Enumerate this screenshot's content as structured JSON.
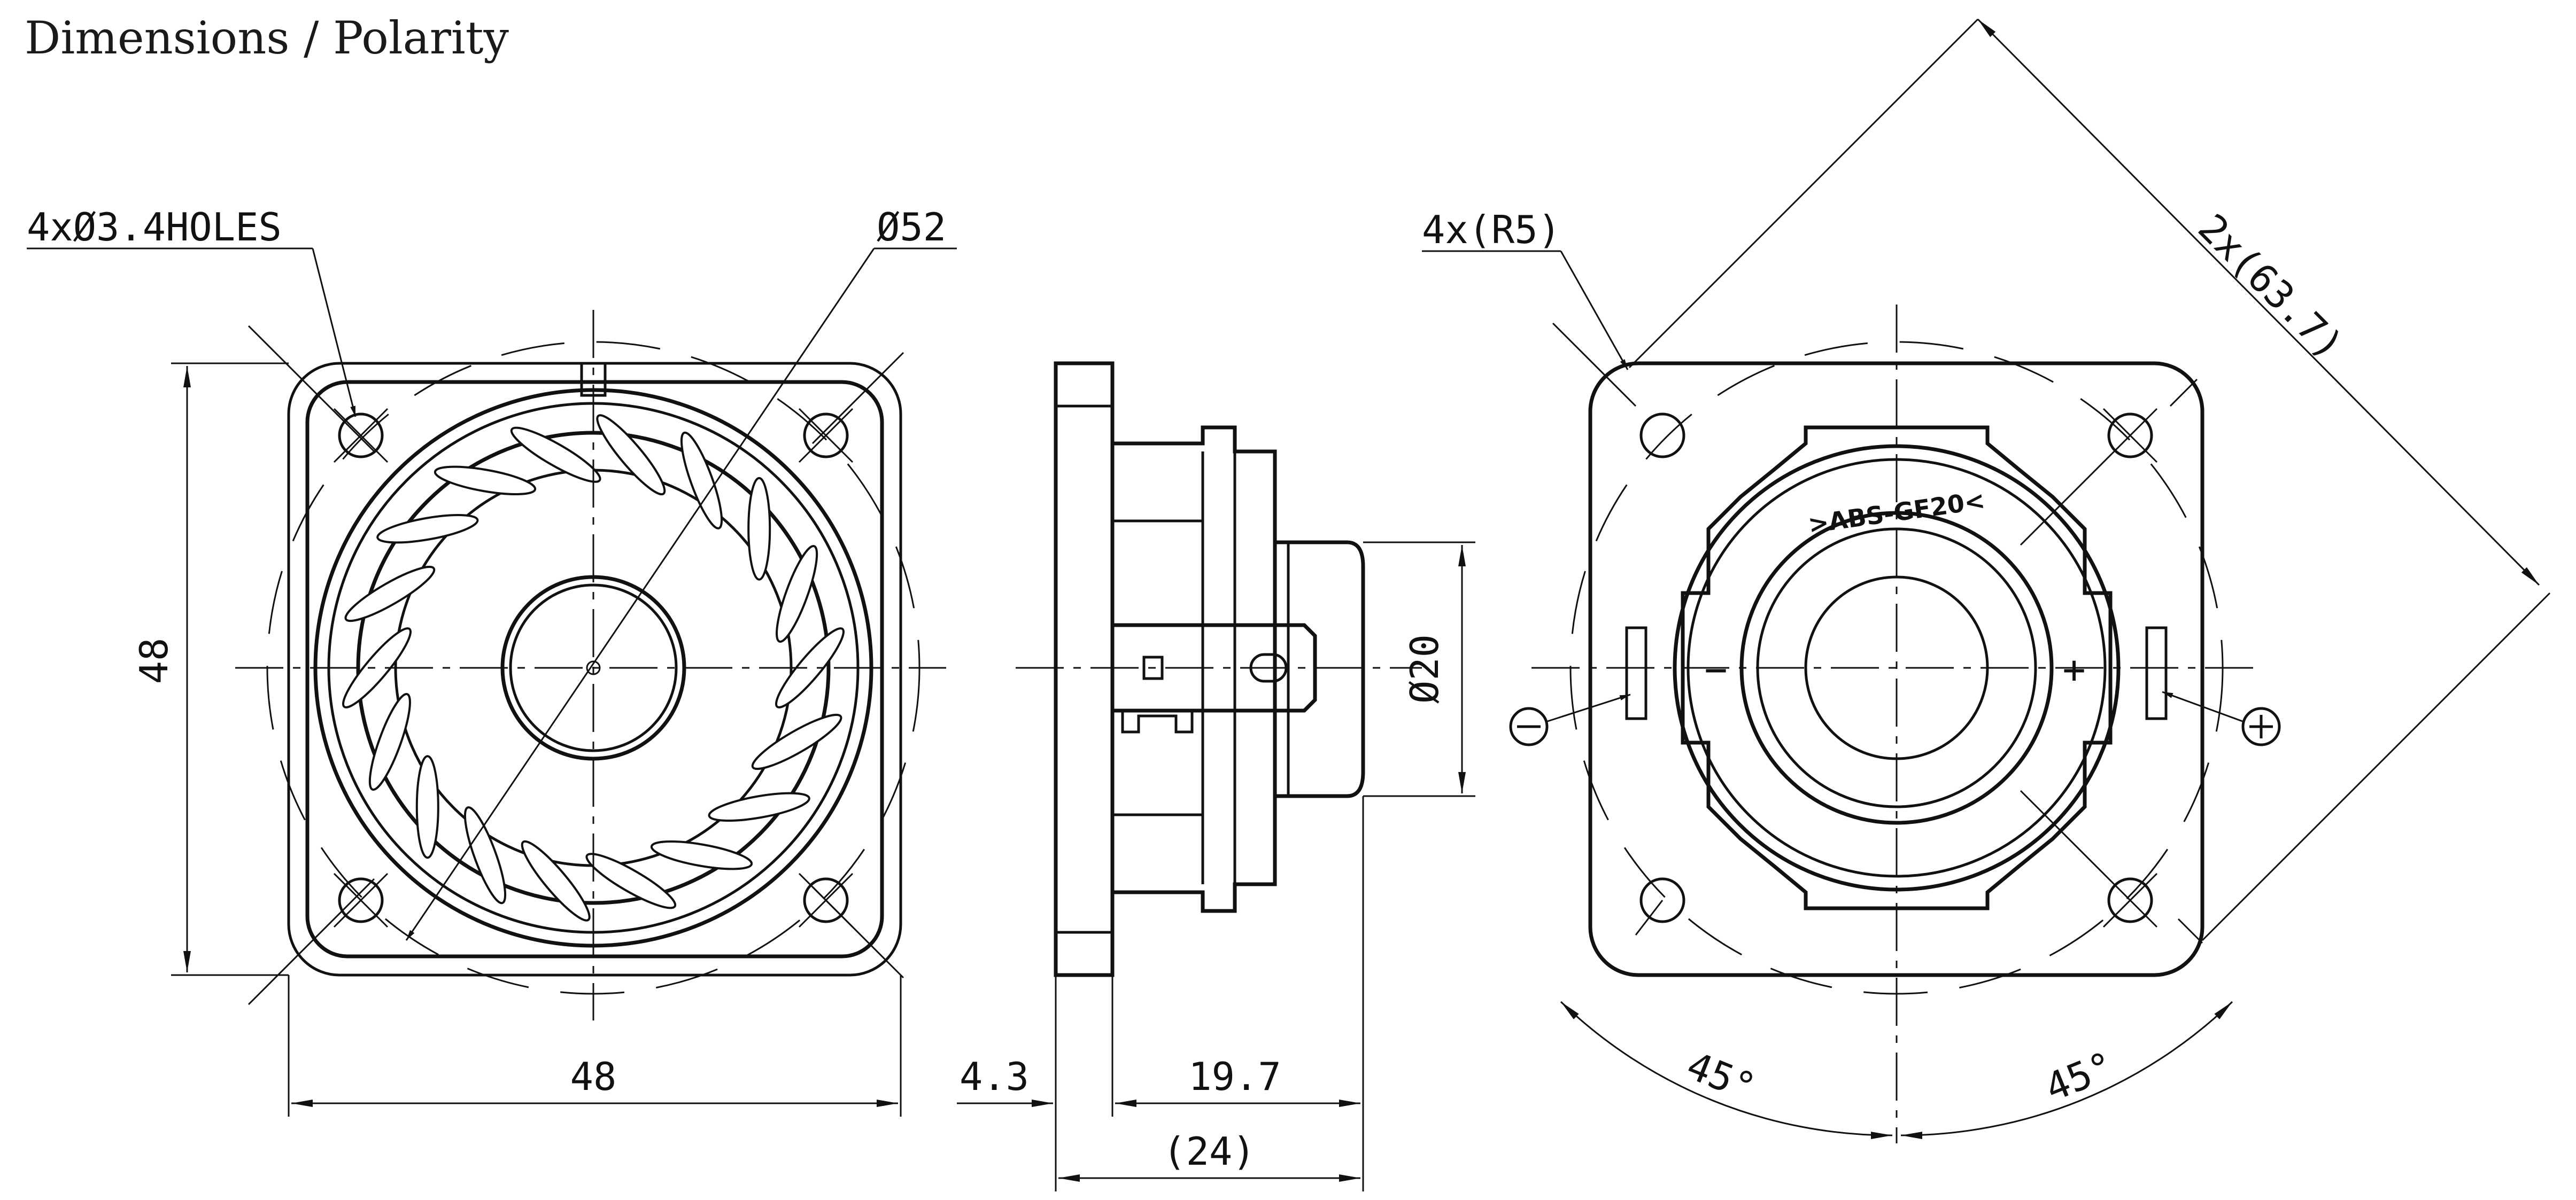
{
  "title": "Dimensions / Polarity",
  "front_view": {
    "holes_label": "4xØ3.4HOLES",
    "dia_label": "Ø52",
    "height_label": "48",
    "width_label": "48"
  },
  "side_view": {
    "flange_label": "4.3",
    "depth_label": "19.7",
    "total_label": "(24)",
    "magnet_dia_label": "Ø20"
  },
  "rear_view": {
    "radius_label": "4x(R5)",
    "diag_label": "2x(63.7)",
    "model_label": ">ABS-GF20<",
    "angle_left": "45°",
    "angle_right": "45°",
    "minus_sign": "−",
    "plus_sign": "+"
  }
}
